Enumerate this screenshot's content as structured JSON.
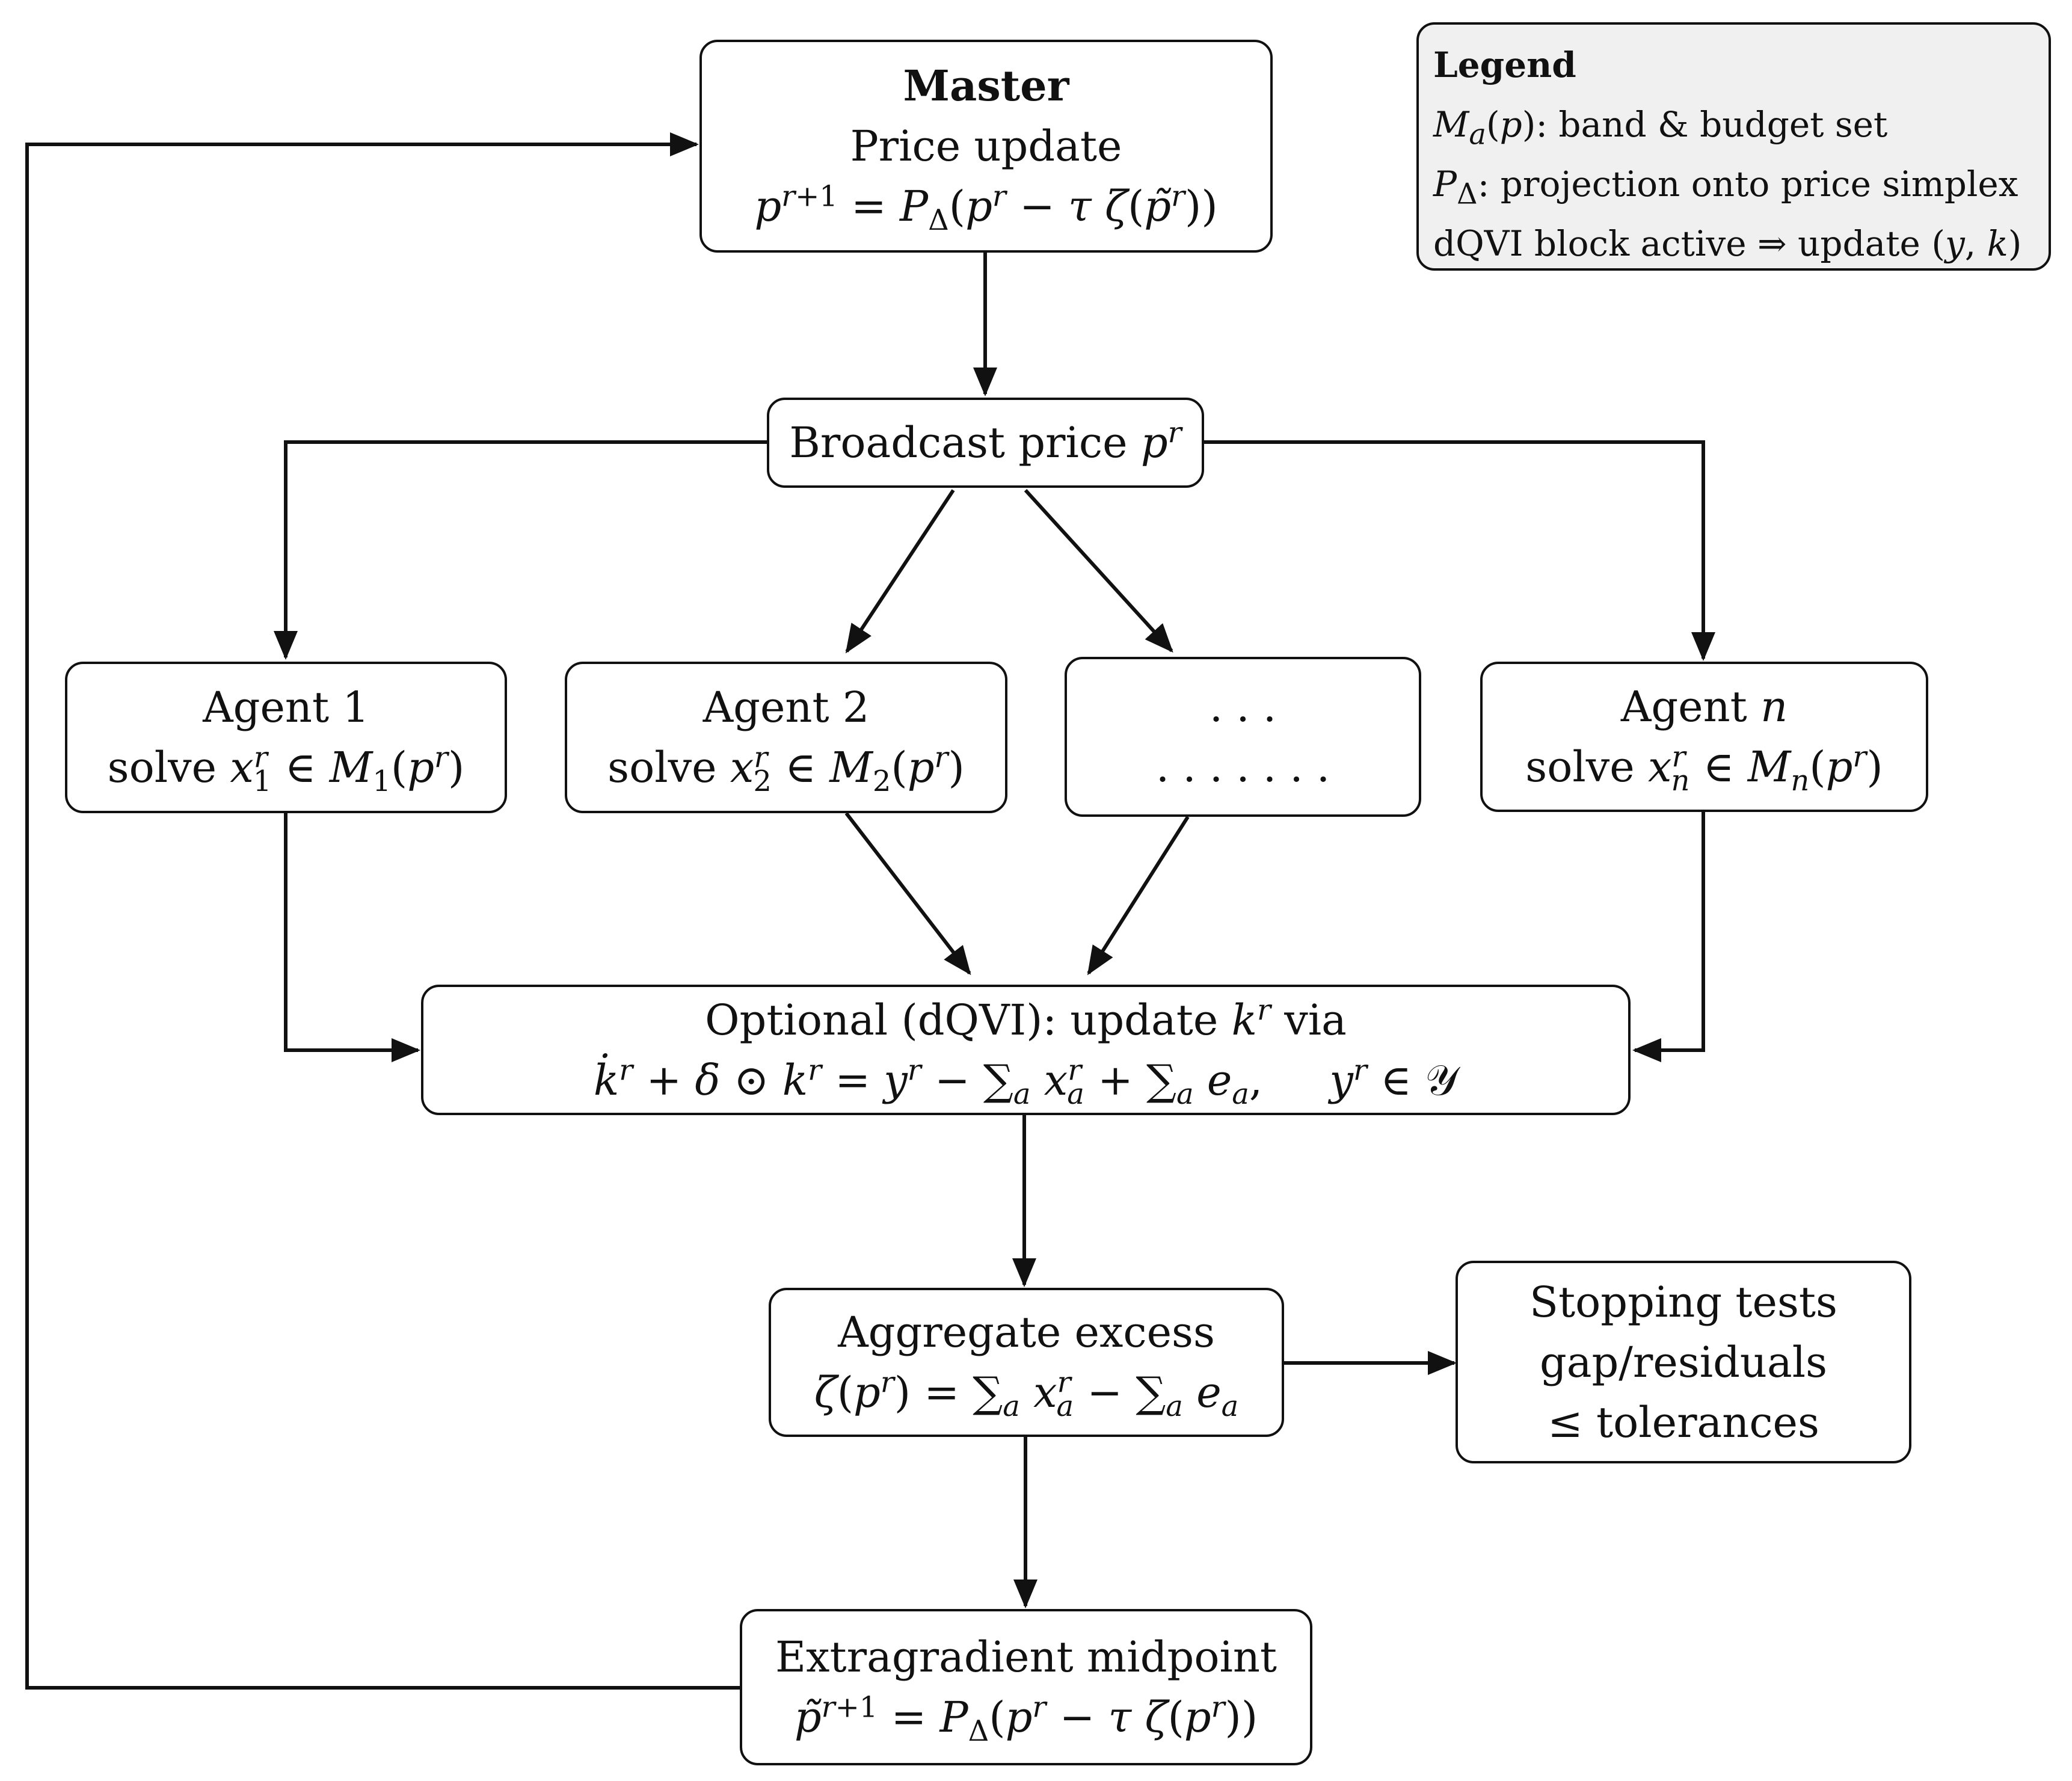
{
  "nodes": {
    "master": {
      "title": "Master",
      "line2": "Price update",
      "formula": "p^{r+1} = P_Δ(p^r − τ ζ(p̃^r))"
    },
    "broadcast": {
      "label": "Broadcast price",
      "formula": "p^r"
    },
    "agent1": {
      "title": "Agent 1",
      "text": "solve",
      "formula": "x_1^r ∈ M_1(p^r)"
    },
    "agent2": {
      "title": "Agent 2",
      "text": "solve",
      "formula": "x_2^r ∈ M_2(p^r)"
    },
    "ellipsis": {
      "line1": ". . .",
      "line2": ". . . . . . ."
    },
    "agentn": {
      "title": "Agent",
      "title_var": "n",
      "text": "solve",
      "formula": "x_n^r ∈ M_n(p^r)"
    },
    "dqvi": {
      "line1": "Optional (dQVI): update",
      "line1_var": "k^r",
      "line1_end": "via",
      "formula": "k̇^r + δ ⊙ k^r = y^r − ∑_a x_a^r + ∑_a e_a,    y^r ∈ 𝒴"
    },
    "aggregate": {
      "title": "Aggregate excess",
      "formula": "ζ(p^r) = ∑_a x_a^r − ∑_a e_a"
    },
    "stopping": {
      "line1": "Stopping tests",
      "line2": "gap/residuals",
      "line3": "≤ tolerances"
    },
    "extragradient": {
      "title": "Extragradient midpoint",
      "formula": "p̃^{r+1} = P_Δ(p^r − τ ζ(p^r))"
    }
  },
  "legend": {
    "title": "Legend",
    "item1_sym": "M_a(p)",
    "item1_text": ": band & budget set",
    "item2_sym": "P_Δ",
    "item2_text": ": projection onto price simplex",
    "item3_text": "dQVI block active ⇒ update",
    "item3_sym": "(y, k)"
  },
  "colors": {
    "stroke": "#111111",
    "legend_fill": "#f0f0f0",
    "node_fill": "#ffffff"
  }
}
